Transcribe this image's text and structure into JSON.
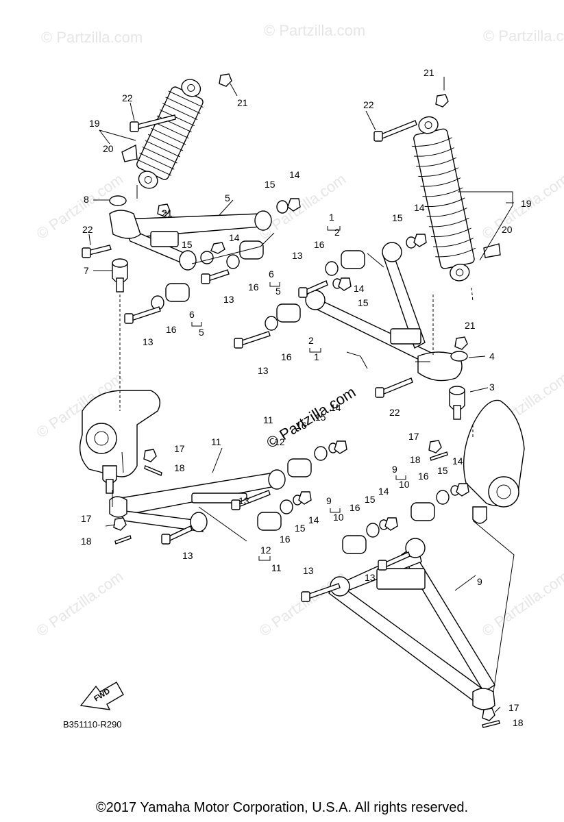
{
  "watermark": {
    "text": "© Partzilla.com",
    "center_text": "© Partzilla.com"
  },
  "fwd_label": "FWD",
  "diagram_ref": "B351110-R290",
  "copyright": "©2017  Yamaha Motor Corporation, U.S.A. All rights reserved.",
  "callouts": {
    "c1": "1",
    "c2": "2",
    "c3": "3",
    "c4": "4",
    "c5": "5",
    "c6": "6",
    "c7": "7",
    "c8": "8",
    "c9": "9",
    "c10": "10",
    "c11": "11",
    "c12": "12",
    "c13": "13",
    "c14": "14",
    "c15": "15",
    "c16": "16",
    "c17": "17",
    "c18": "18",
    "c19": "19",
    "c20": "20",
    "c21": "21",
    "c22": "22"
  }
}
